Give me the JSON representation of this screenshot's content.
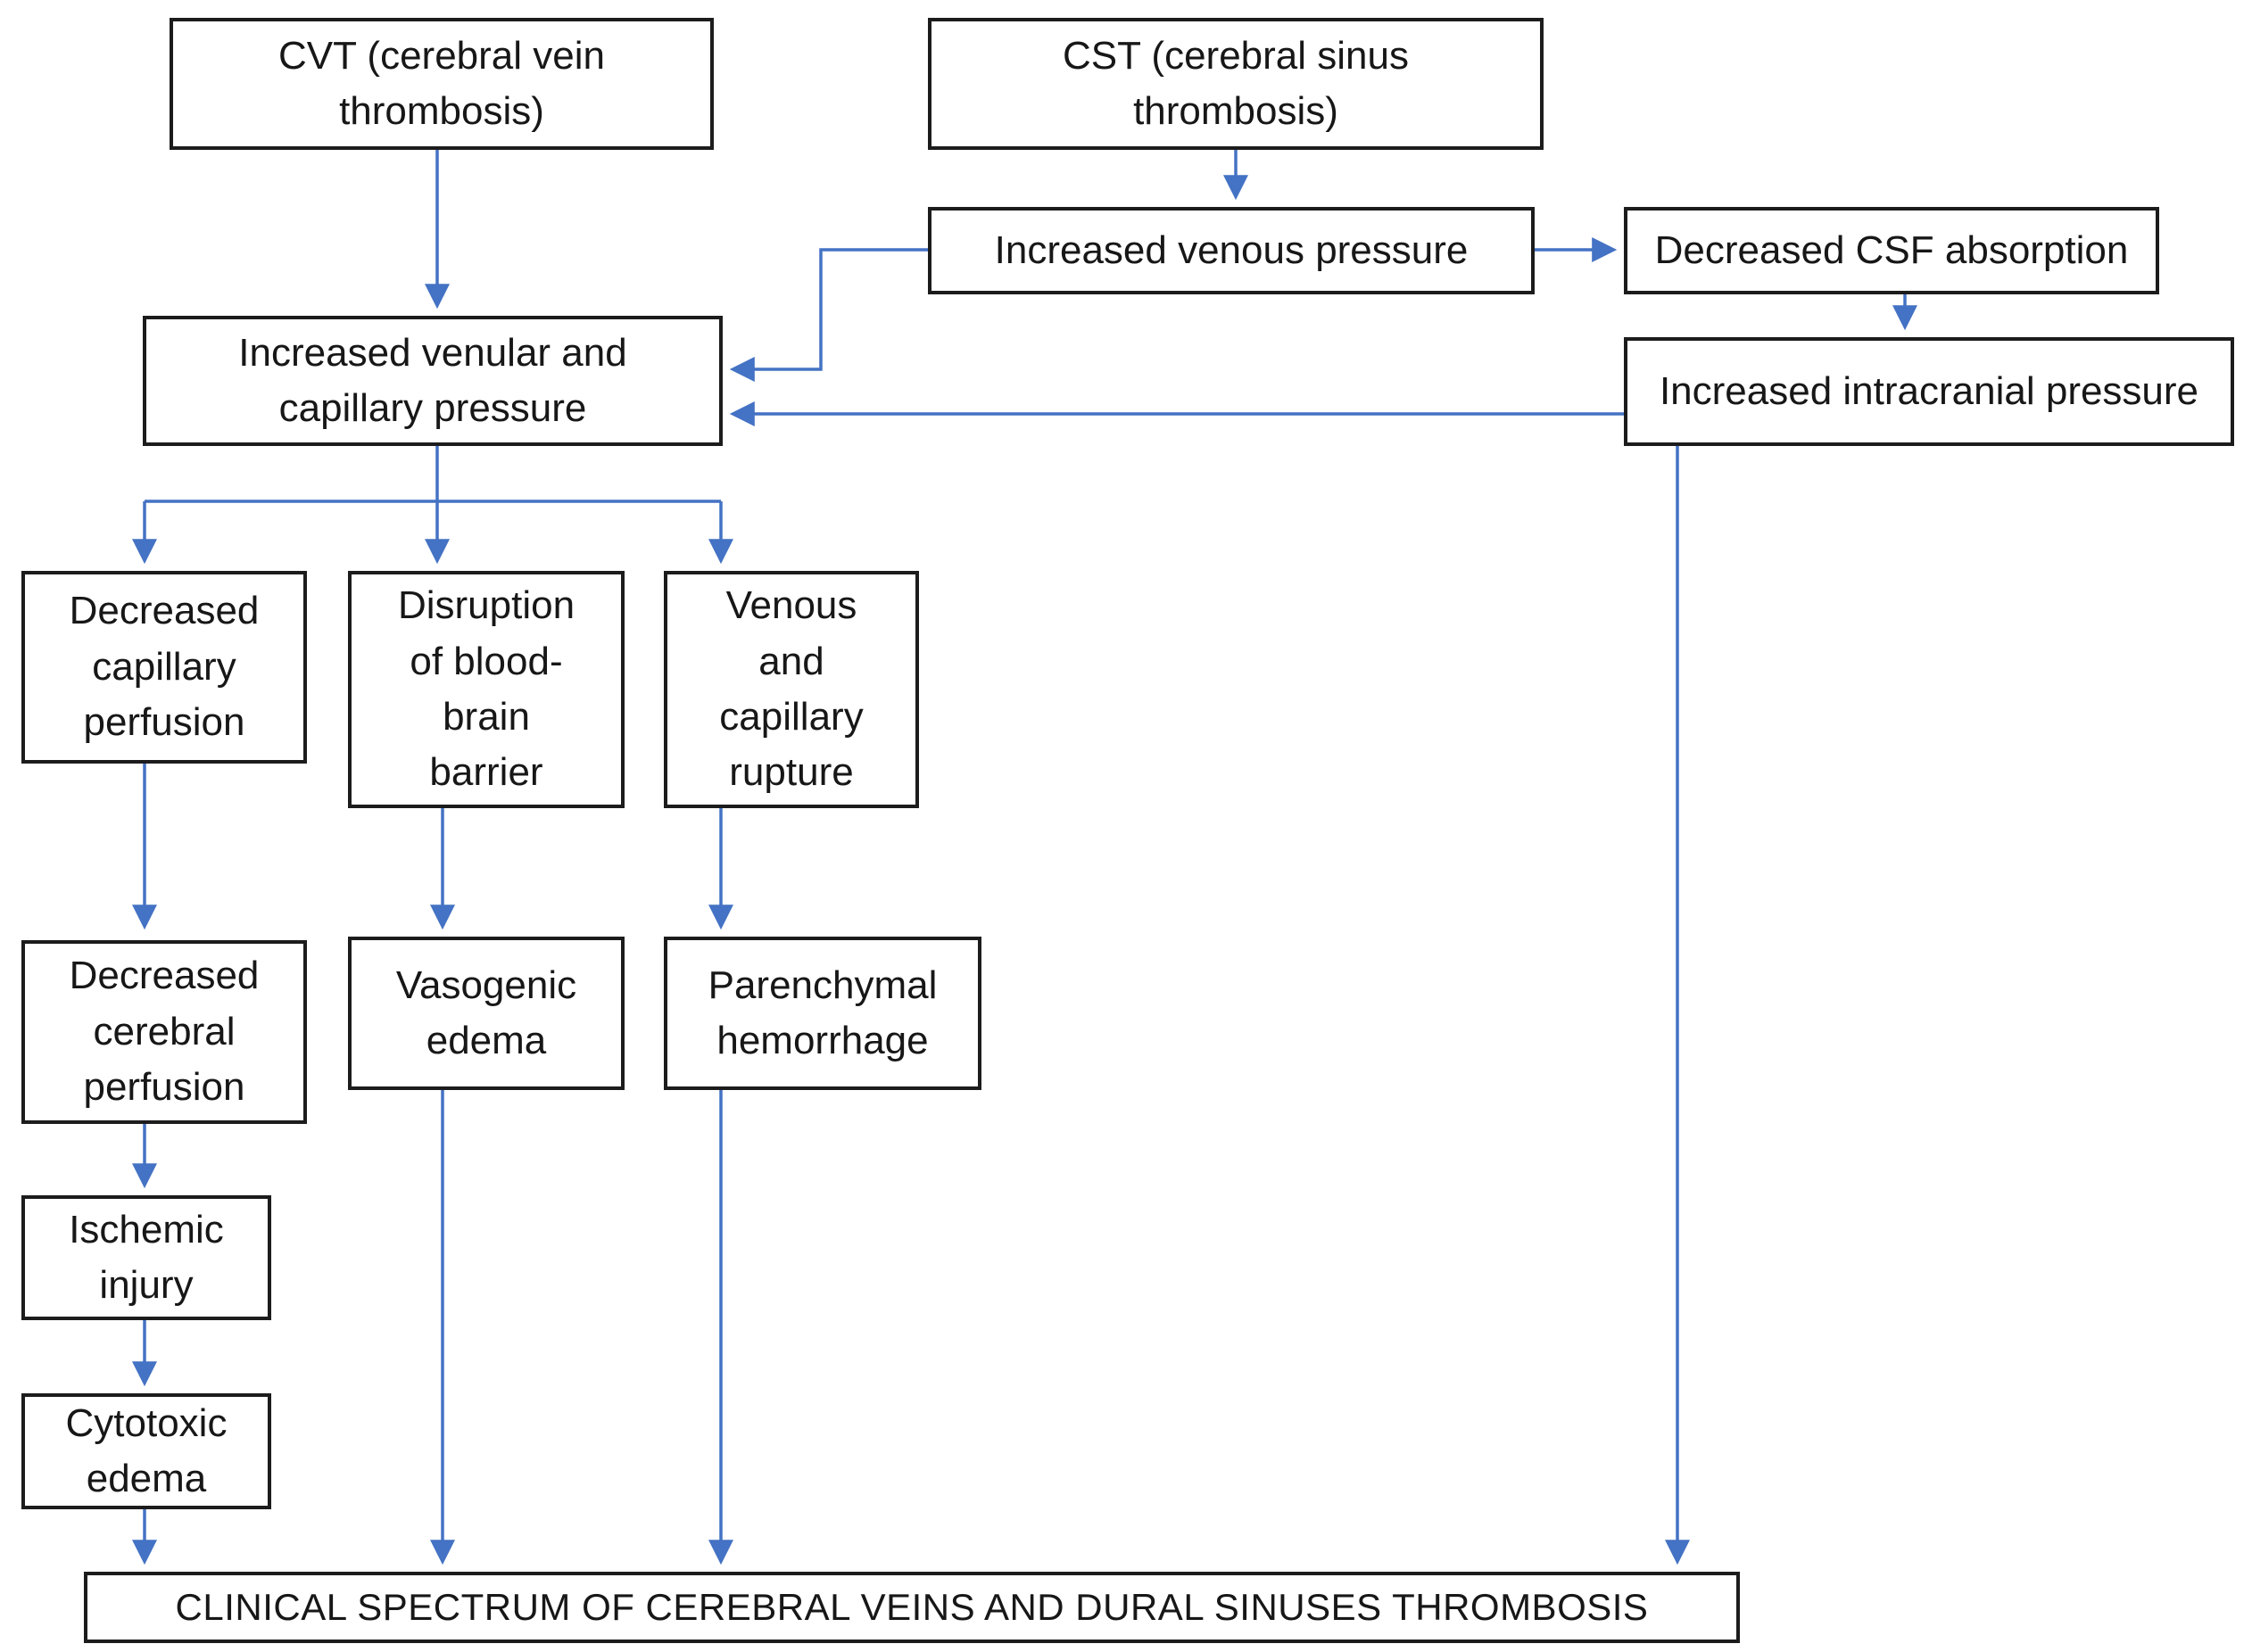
{
  "diagram": {
    "colors": {
      "connector": "#4472C4",
      "box_border": "#1c1c1c",
      "text": "#171717",
      "background": "#ffffff"
    },
    "nodes": {
      "cvt": {
        "label": "CVT (cerebral vein\nthrombosis)"
      },
      "cst": {
        "label": "CST (cerebral sinus\nthrombosis)"
      },
      "venous_pressure": {
        "label": "Increased venous pressure"
      },
      "csf_absorption": {
        "label": "Decreased CSF absorption"
      },
      "venular_capillary_pressure": {
        "label": "Increased venular and\ncapillary pressure"
      },
      "intracranial_pressure": {
        "label": "Increased intracranial pressure"
      },
      "capillary_perfusion": {
        "label": "Decreased\ncapillary\nperfusion"
      },
      "bbb_disruption": {
        "label": "Disruption\nof blood-\nbrain\nbarrier"
      },
      "venous_capillary_rupture": {
        "label": "Venous\nand\ncapillary\nrupture"
      },
      "cerebral_perfusion": {
        "label": "Decreased\ncerebral\nperfusion"
      },
      "vasogenic_edema": {
        "label": "Vasogenic\nedema"
      },
      "parenchymal_hemorrhage": {
        "label": "Parenchymal\nhemorrhage"
      },
      "ischemic_injury": {
        "label": "Ischemic\ninjury"
      },
      "cytotoxic_edema": {
        "label": "Cytotoxic\nedema"
      },
      "clinical_spectrum": {
        "label": "CLINICAL SPECTRUM OF CEREBRAL VEINS AND DURAL SINUSES THROMBOSIS"
      }
    },
    "edges": [
      {
        "from": "cvt",
        "to": "venular_capillary_pressure"
      },
      {
        "from": "cst",
        "to": "venous_pressure"
      },
      {
        "from": "venous_pressure",
        "to": "csf_absorption"
      },
      {
        "from": "venous_pressure",
        "to": "venular_capillary_pressure"
      },
      {
        "from": "csf_absorption",
        "to": "intracranial_pressure"
      },
      {
        "from": "intracranial_pressure",
        "to": "venular_capillary_pressure"
      },
      {
        "from": "venular_capillary_pressure",
        "to": "capillary_perfusion"
      },
      {
        "from": "venular_capillary_pressure",
        "to": "bbb_disruption"
      },
      {
        "from": "venular_capillary_pressure",
        "to": "venous_capillary_rupture"
      },
      {
        "from": "capillary_perfusion",
        "to": "cerebral_perfusion"
      },
      {
        "from": "bbb_disruption",
        "to": "vasogenic_edema"
      },
      {
        "from": "venous_capillary_rupture",
        "to": "parenchymal_hemorrhage"
      },
      {
        "from": "cerebral_perfusion",
        "to": "ischemic_injury"
      },
      {
        "from": "ischemic_injury",
        "to": "cytotoxic_edema"
      },
      {
        "from": "cytotoxic_edema",
        "to": "clinical_spectrum"
      },
      {
        "from": "vasogenic_edema",
        "to": "clinical_spectrum"
      },
      {
        "from": "parenchymal_hemorrhage",
        "to": "clinical_spectrum"
      },
      {
        "from": "intracranial_pressure",
        "to": "clinical_spectrum"
      }
    ]
  }
}
